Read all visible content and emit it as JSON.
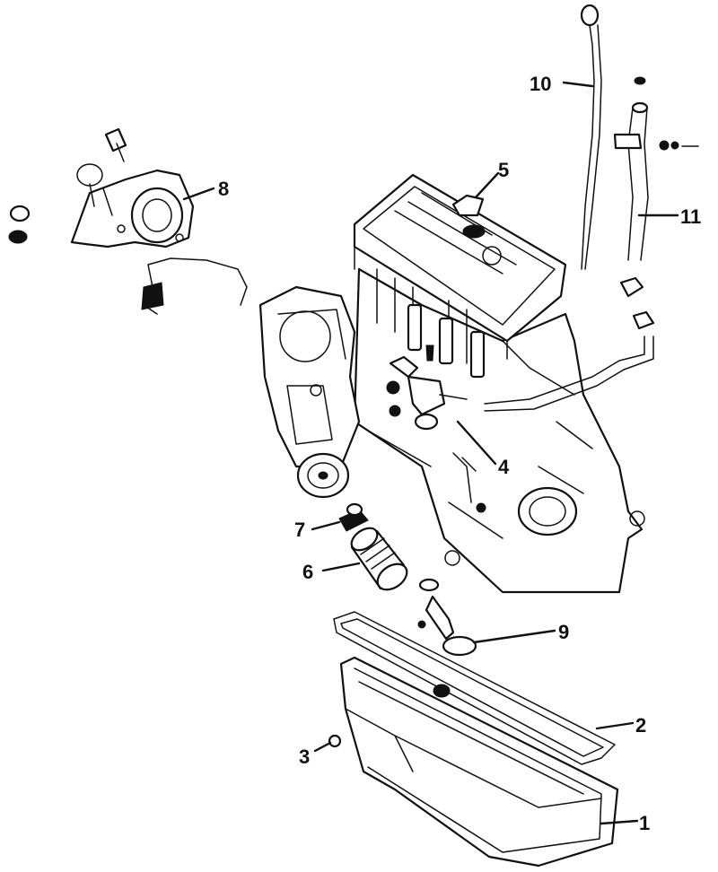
{
  "callouts": [
    {
      "id": "oil-pan",
      "label": "1"
    },
    {
      "id": "oil-pan-gasket",
      "label": "2"
    },
    {
      "id": "drain-plug",
      "label": "3"
    },
    {
      "id": "oil-pressure-switch",
      "label": "4"
    },
    {
      "id": "oil-filler-cap",
      "label": "5"
    },
    {
      "id": "oil-filter",
      "label": "6"
    },
    {
      "id": "filter-adapter",
      "label": "7"
    },
    {
      "id": "oil-pump",
      "label": "8"
    },
    {
      "id": "oil-strainer",
      "label": "9"
    },
    {
      "id": "dipstick",
      "label": "10"
    },
    {
      "id": "dipstick-tube",
      "label": "11"
    }
  ]
}
